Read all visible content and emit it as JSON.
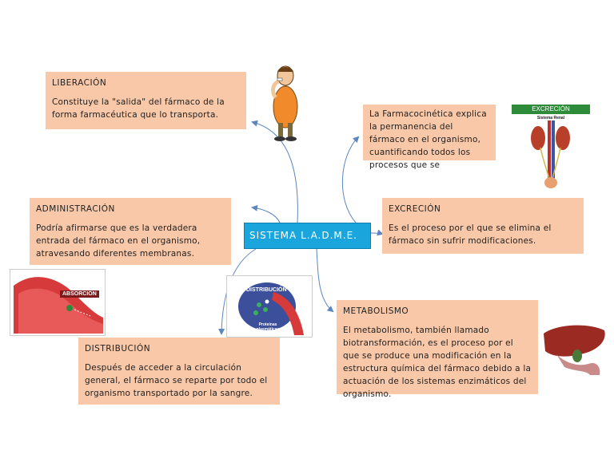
{
  "central": {
    "label": "SISTEMA L.A.D.M.E."
  },
  "liberacion": {
    "title": "LIBERACIÓN",
    "body": "Constituye la \"salida\" del fármaco de la forma farmacéutica que lo transporta."
  },
  "farmacocinetica": {
    "body": "La Farmacocinética explica la permanencia del fármaco en el organismo, cuantificando todos los procesos que se"
  },
  "administracion": {
    "title": "ADMINISTRACIÓN",
    "body": "Podría afirmarse que es la verdadera entrada del fármaco en el organismo, atravesando diferentes membranas."
  },
  "excrecion": {
    "title": "EXCRECIÓN",
    "body": "Es el proceso por el que se elimina el fármaco sin sufrir modificaciones."
  },
  "distribucion": {
    "title": "DISTRIBUCIÓN",
    "body": "Después de acceder a la circulación general, el fármaco se reparte por todo el organismo transportado por la sangre."
  },
  "metabolismo": {
    "title": "METABOLISMO",
    "body": "El metabolismo, también llamado biotransformación, es el proceso por el que se produce una modificación en la estructura química del fármaco debido a la actuación de los sistemas enzimáticos del organismo."
  },
  "images": {
    "excrecion_banner": "EXCRECIÓN",
    "renal_title": "Sistema Renal",
    "absorcion_label": "ABSORCIÓN",
    "distribucion_label": "DISTRIBUCIÓN",
    "plasma_label": "Proteínas plasmáticas"
  },
  "colors": {
    "box": "#f9c8a8",
    "central": "#1aa6dd",
    "connector": "#5b86c0"
  }
}
